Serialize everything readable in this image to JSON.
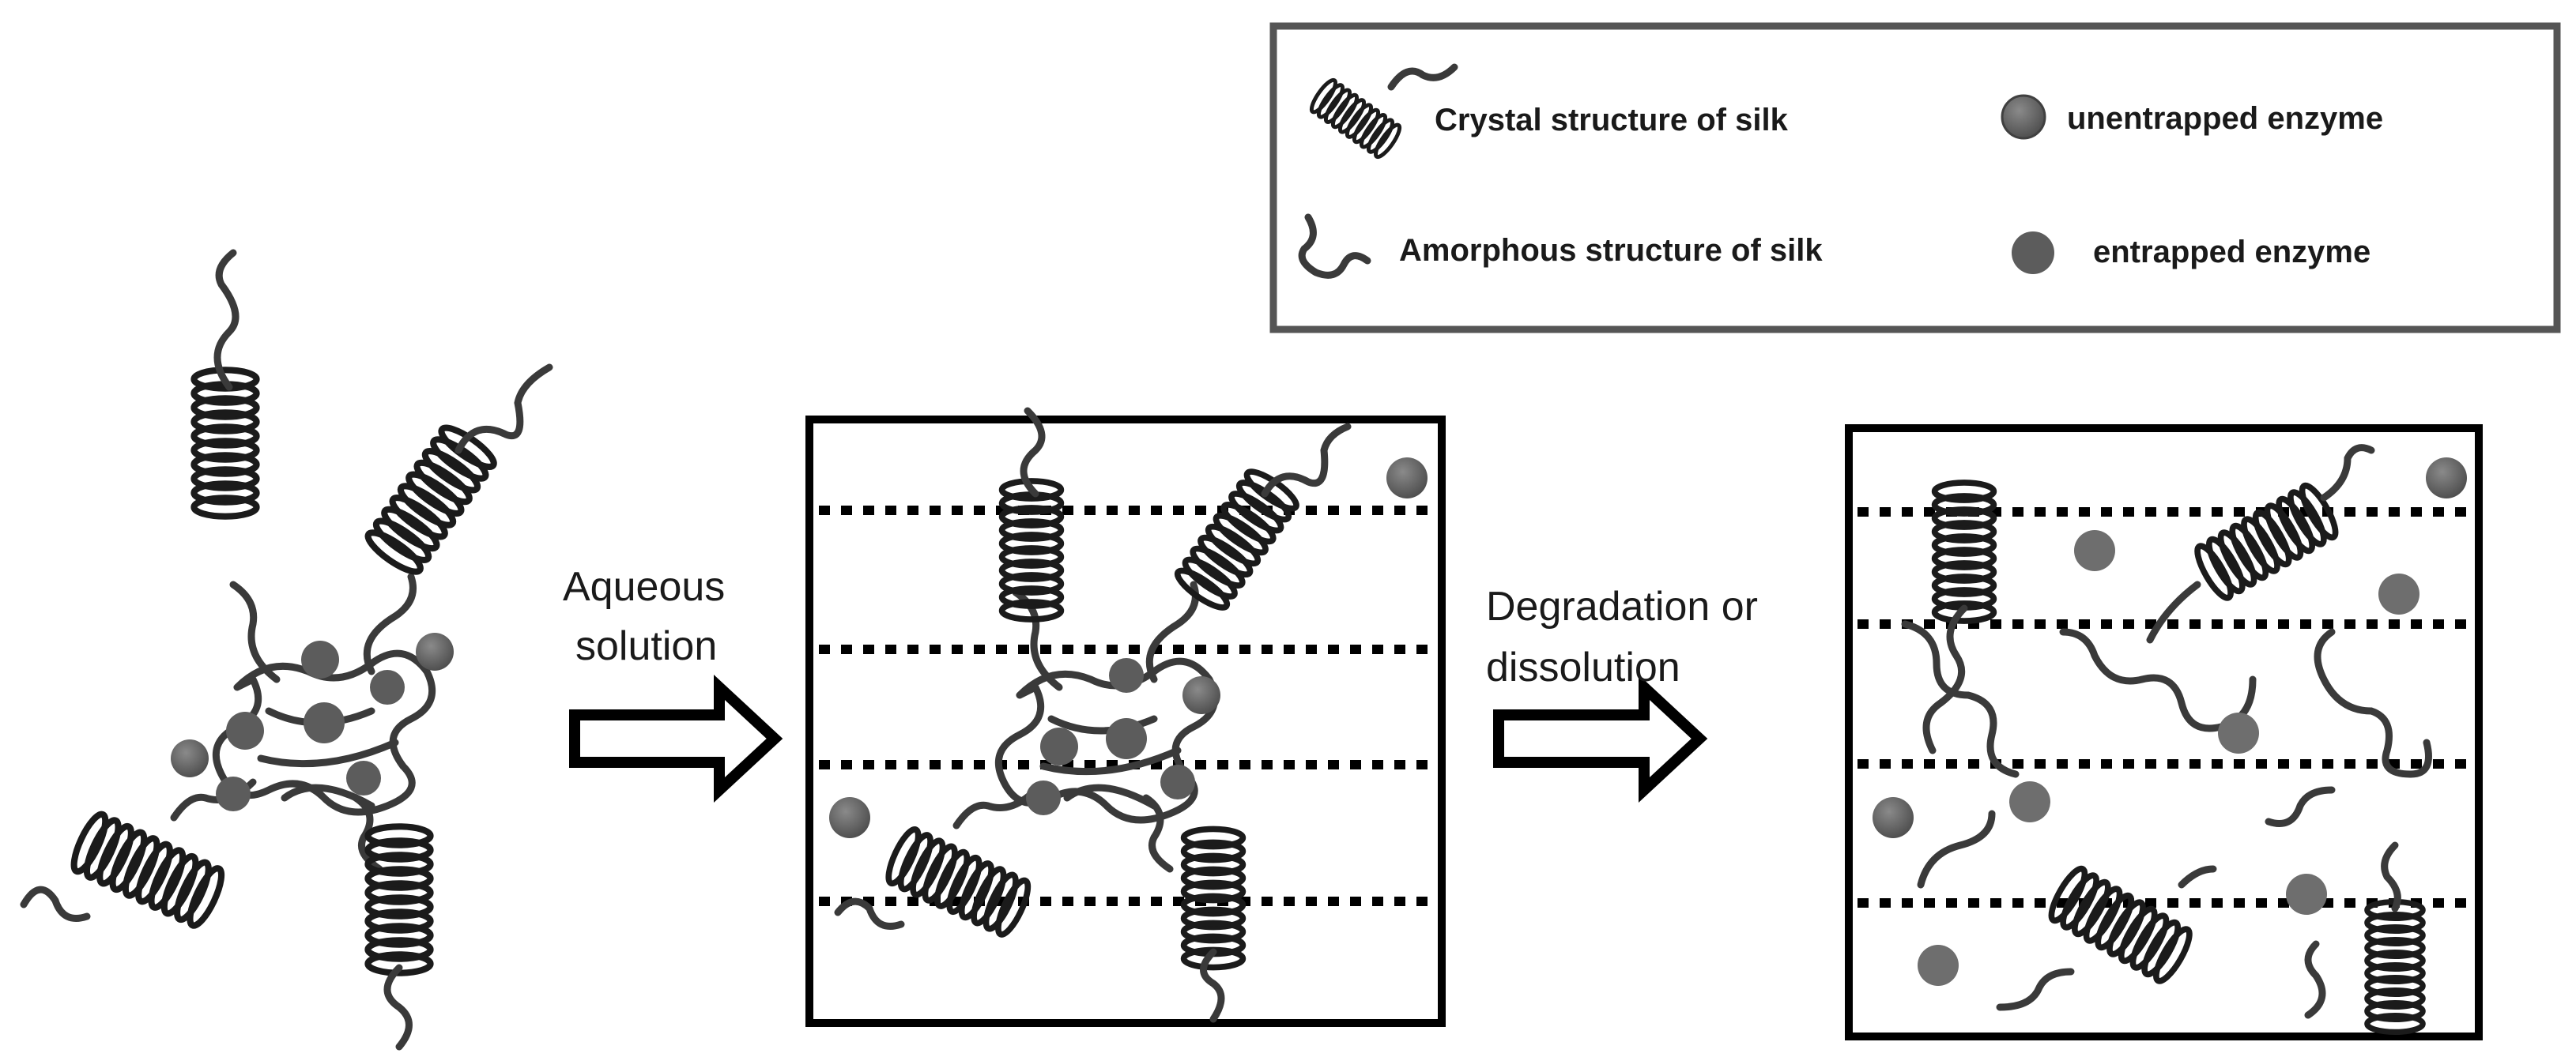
{
  "legend": {
    "crystal_label": "Crystal structure of silk",
    "amorphous_label": "Amorphous structure of silk",
    "unentrapped_label": "unentrapped enzyme",
    "entrapped_label": "entrapped enzyme"
  },
  "steps": {
    "step1_line1": "Aqueous",
    "step1_line2": "solution",
    "step2_line1": "Degradation or",
    "step2_line2": "dissolution"
  },
  "colors": {
    "silk_strand": "#3a3a3a",
    "enzyme_fill": "#6e6e6e",
    "enzyme_entrapped_fill": "#5c5c5c",
    "box_border": "#111111",
    "legend_border": "#555555"
  }
}
